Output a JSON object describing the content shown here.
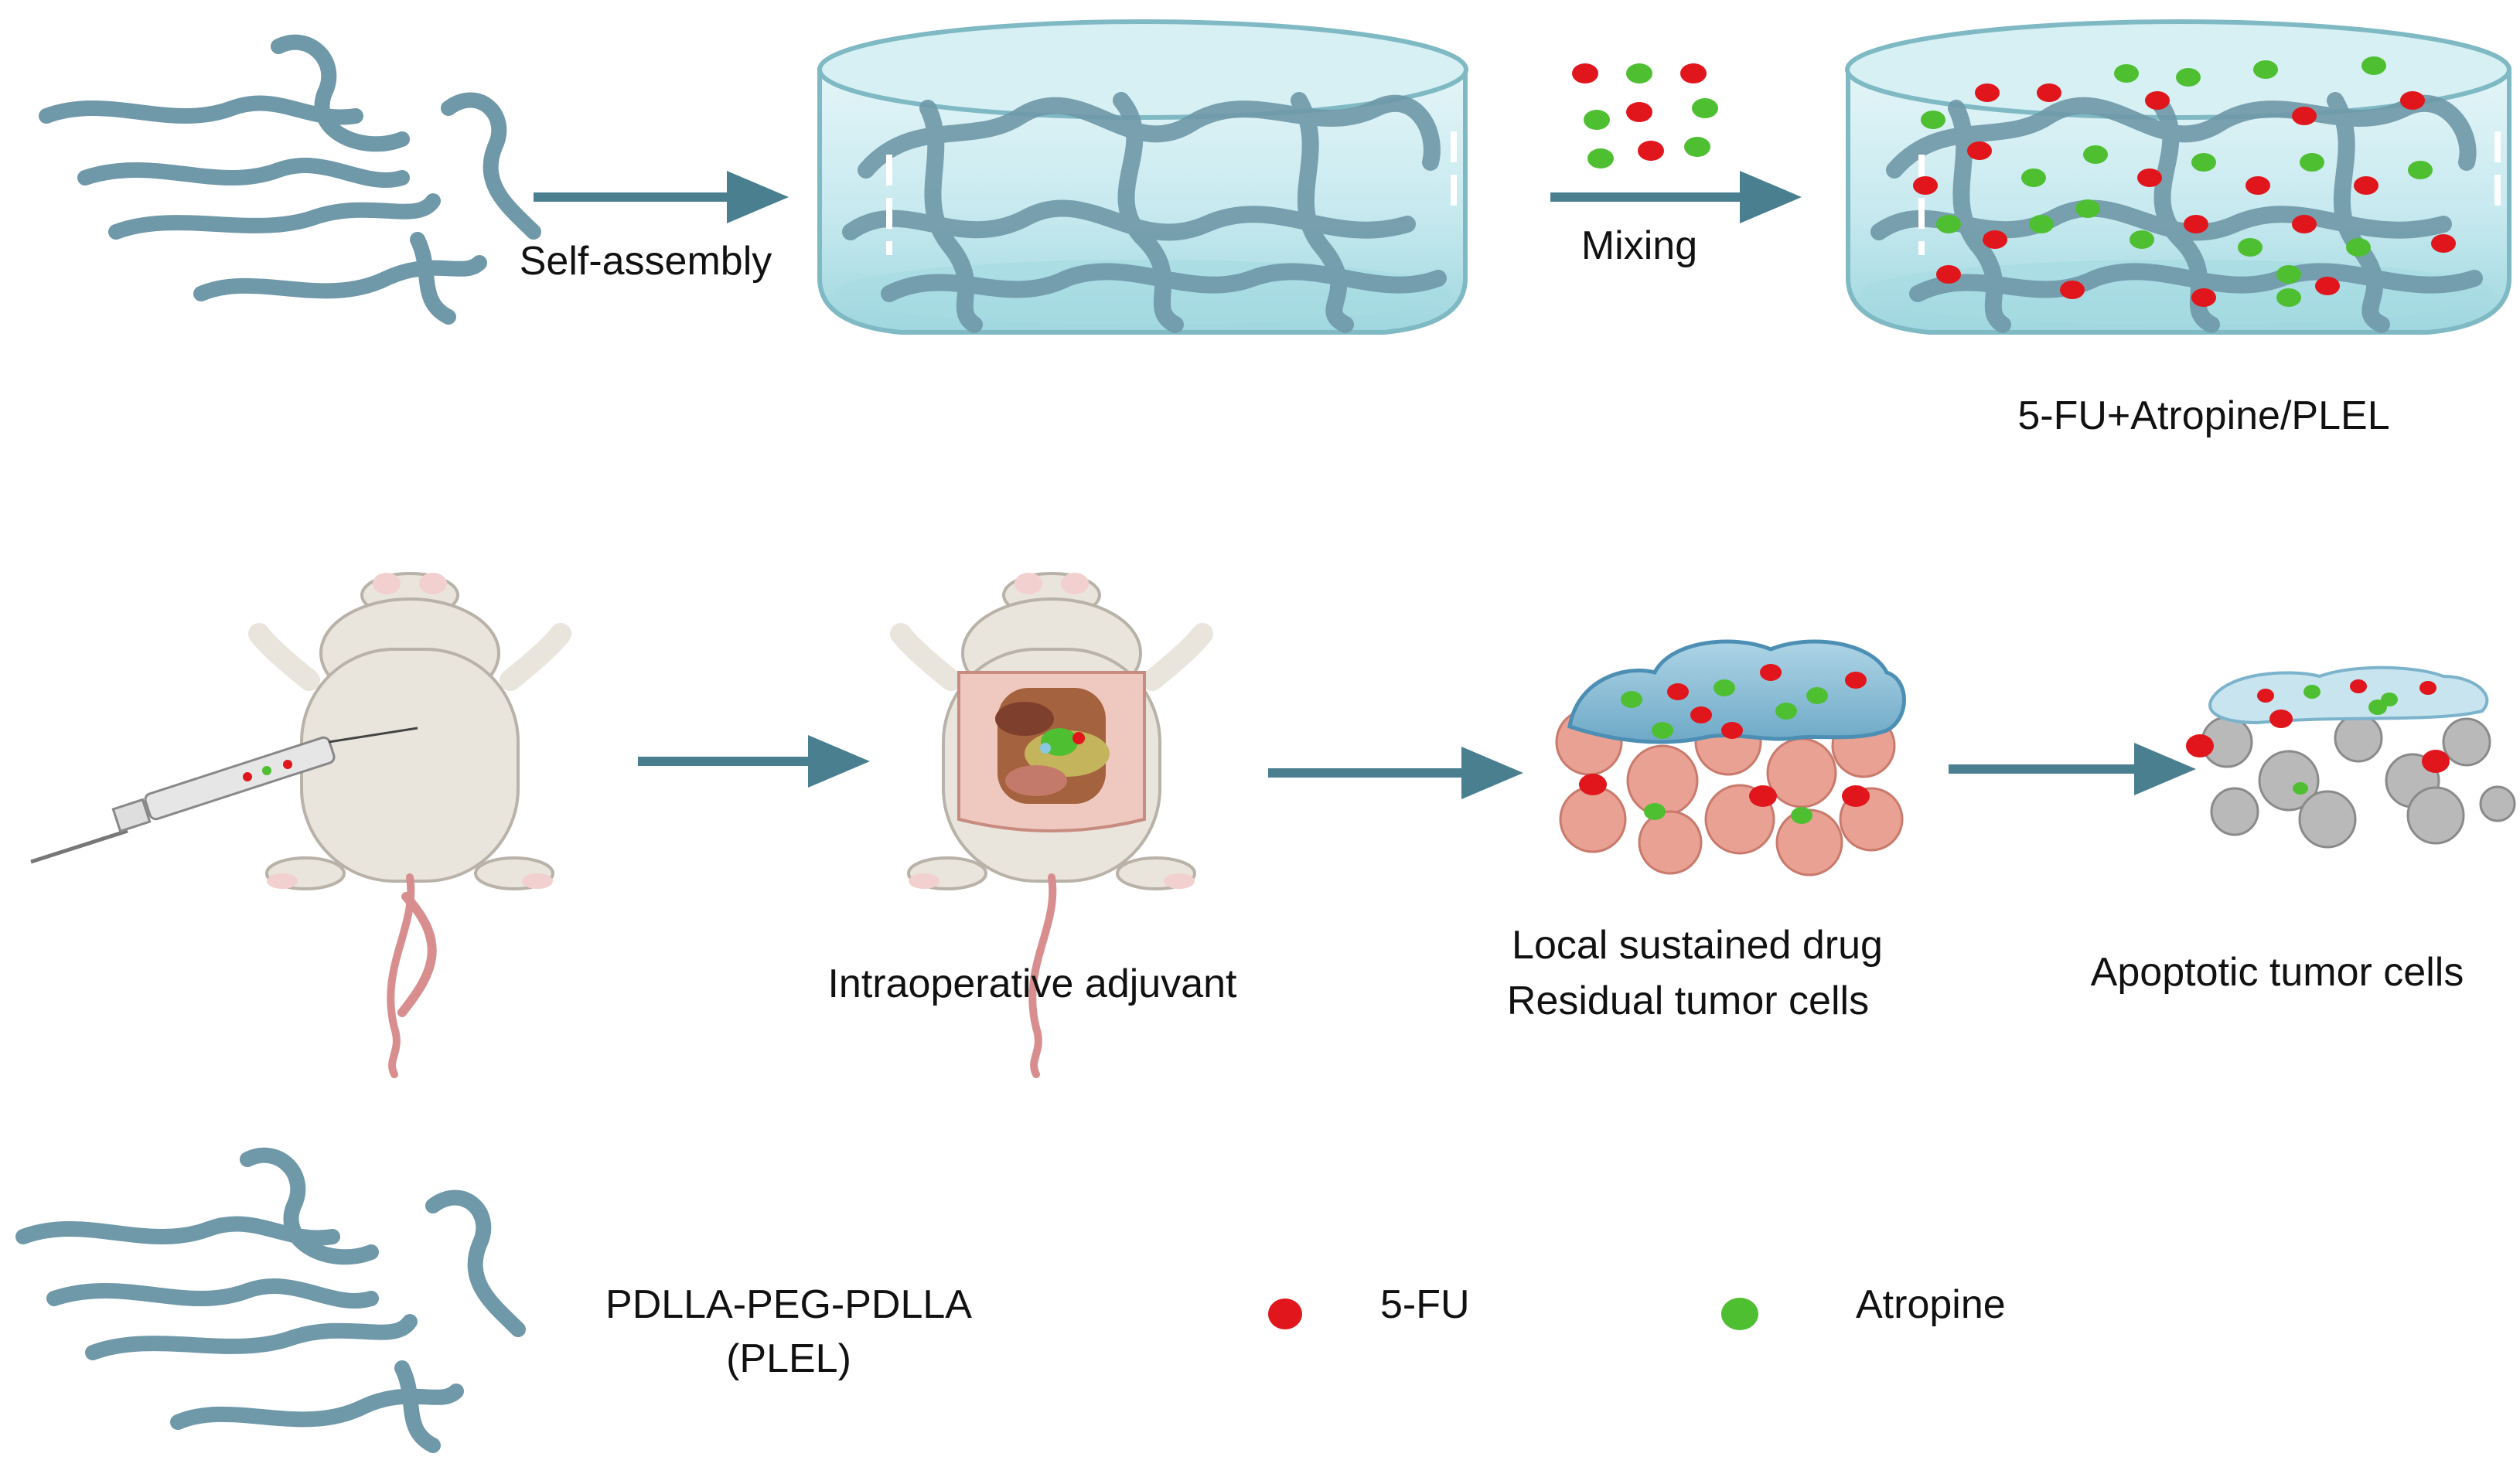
{
  "labels": {
    "self_assembly": "Self-assembly",
    "mixing": "Mixing",
    "product": "5-FU+Atropine/PLEL",
    "intraoperative": "Intraoperative adjuvant",
    "local_line1": "Local sustained drug",
    "local_line2": "Residual tumor cells",
    "apoptotic": "Apoptotic tumor cells"
  },
  "legend": {
    "polymer_line1": "PDLLA-PEG-PDLLA",
    "polymer_line2": "(PLEL)",
    "drug_5fu": "5-FU",
    "drug_atropine": "Atropine"
  },
  "colors": {
    "polymer": "#6f98a8",
    "arrow": "#4a7f8f",
    "drug_5fu": "#e0161c",
    "drug_atropine": "#4fbf32",
    "gel": "#bfe6ee",
    "tumor": "#e8a193",
    "apoptotic": "#9a9a9a",
    "mouse_body": "#e9e4dc",
    "mouse_tail": "#d88e8e"
  }
}
